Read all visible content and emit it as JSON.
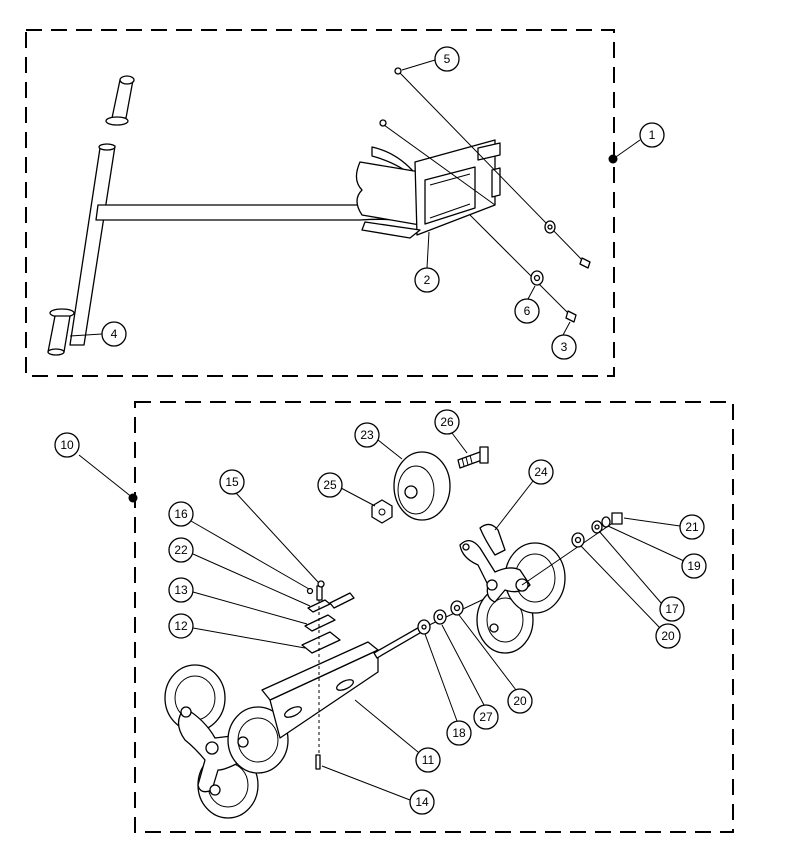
{
  "diagram": {
    "assemblies": [
      {
        "id": "upper",
        "label": "1"
      },
      {
        "id": "lower",
        "label": "10"
      }
    ],
    "callouts": {
      "c1": "1",
      "c2": "2",
      "c3": "3",
      "c4": "4",
      "c5": "5",
      "c6": "6",
      "c10": "10",
      "c11": "11",
      "c12": "12",
      "c13": "13",
      "c14": "14",
      "c15": "15",
      "c16": "16",
      "c17": "17",
      "c18": "18",
      "c19": "19",
      "c20a": "20",
      "c20b": "20",
      "c21": "21",
      "c22": "22",
      "c23": "23",
      "c24": "24",
      "c25": "25",
      "c26": "26",
      "c27": "27"
    }
  }
}
